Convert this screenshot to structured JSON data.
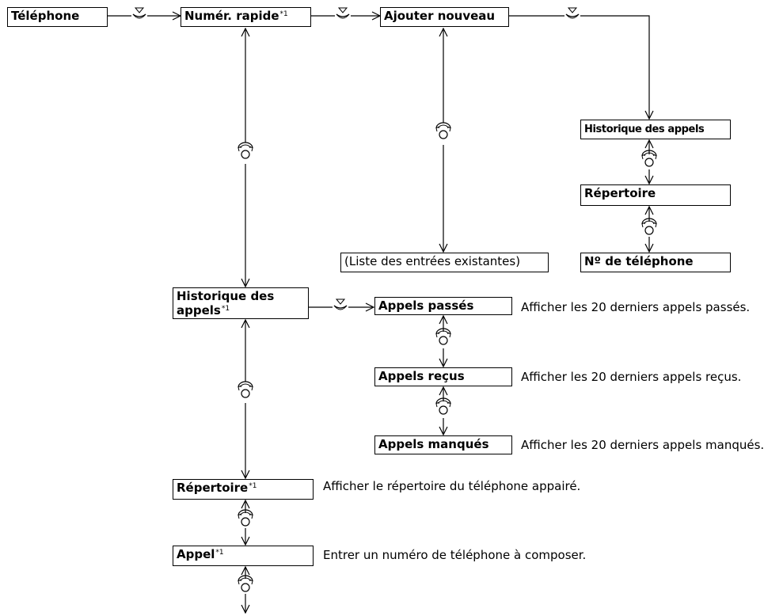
{
  "footnote_mark": "*1",
  "nodes": {
    "telephone": "Téléphone",
    "numer_rapide": "Numér. rapide",
    "ajouter_nouveau": "Ajouter nouveau",
    "historique_appels_right": "Historique des appels",
    "repertoire_right": "Répertoire",
    "no_telephone": "Nº de téléphone",
    "liste_entrees": "(Liste des entrées existantes)",
    "historique_appels": "Historique des appels",
    "appels_passes": "Appels passés",
    "appels_recus": "Appels reçus",
    "appels_manques": "Appels manqués",
    "repertoire": "Répertoire",
    "appel": "Appel"
  },
  "descriptions": {
    "appels_passes": "Afficher les 20 derniers appels passés.",
    "appels_recus": "Afficher les 20 derniers appels reçus.",
    "appels_manques": "Afficher les 20 derniers appels manqués.",
    "repertoire": "Afficher le répertoire du téléphone appairé.",
    "appel": "Entrer un numéro de téléphone à composer."
  }
}
